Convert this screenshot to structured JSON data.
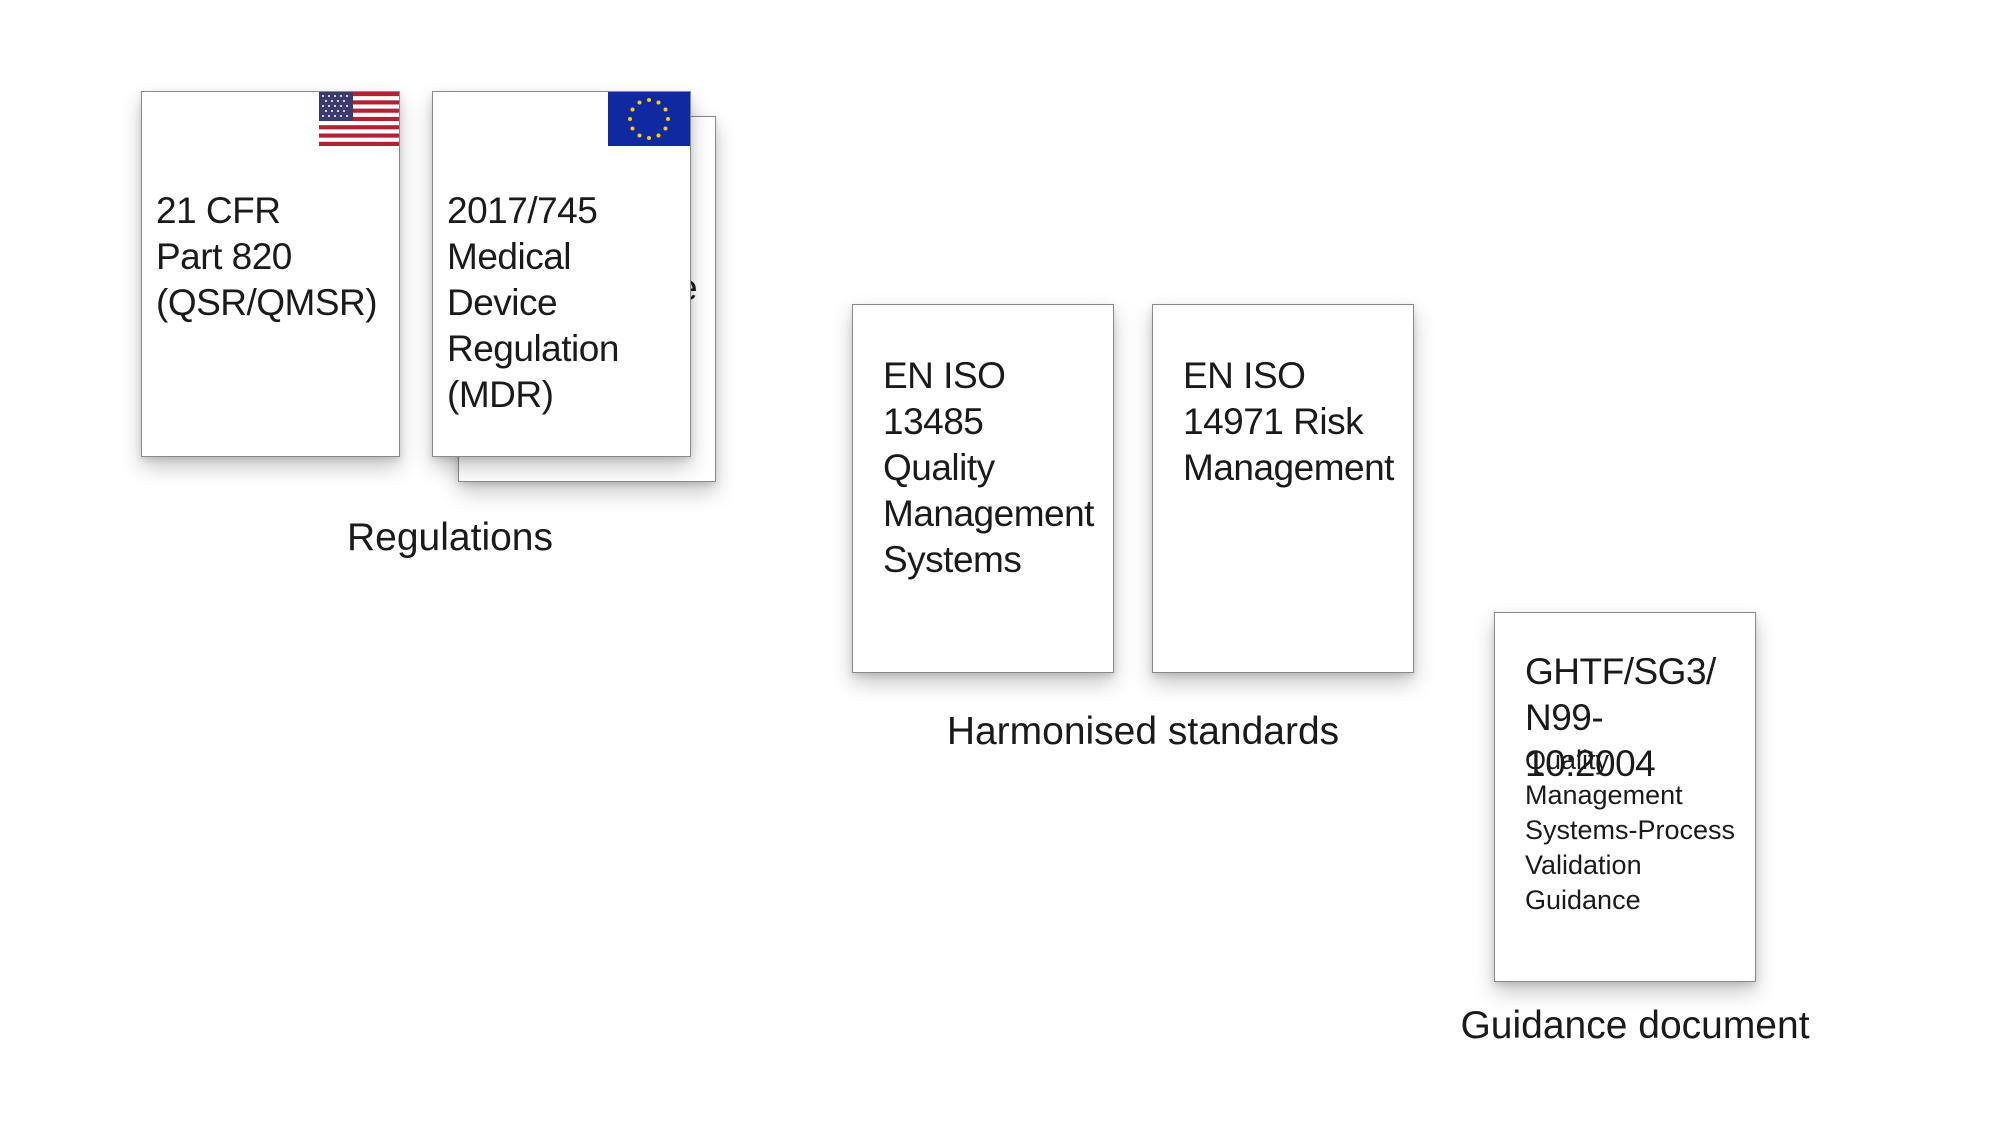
{
  "regulations": {
    "label": "Regulations",
    "us_card": {
      "title": "21 CFR Part 820 (QSR/QMSR)",
      "flag_icon": "us-flag-icon"
    },
    "eu_card": {
      "title": "2017/745 Medical Device Regulation (MDR)",
      "flag_icon": "eu-flag-icon",
      "back_card_visible_fragment": "e"
    }
  },
  "harmonised_standards": {
    "label": "Harmonised standards",
    "cards": [
      {
        "title": "EN ISO 13485 Quality Management Systems"
      },
      {
        "title": "EN ISO 14971 Risk Management"
      }
    ]
  },
  "guidance_document": {
    "label": "Guidance document",
    "card": {
      "title": "GHTF/SG3/ N99-10:2004",
      "subtitle": "Quality Management Systems-Process Validation Guidance"
    }
  },
  "colors": {
    "card_border": "#8a8a8a",
    "us_red": "#b22234",
    "us_blue": "#3c3b6e",
    "eu_blue": "#0f2aa0",
    "eu_star": "#ffcc00"
  }
}
